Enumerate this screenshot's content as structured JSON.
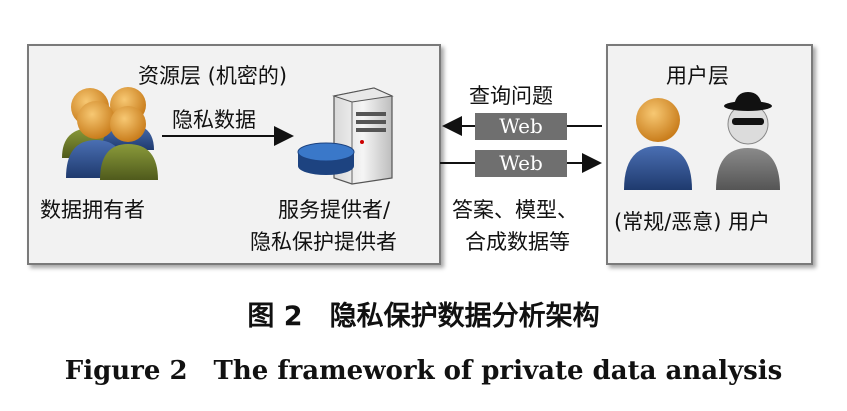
{
  "resource_layer": {
    "title": "资源层 (机密的)",
    "private_data_label": "隐私数据",
    "data_owner_label": "数据拥有者",
    "provider_label_line1": "服务提供者/",
    "provider_label_line2": "隐私保护提供者"
  },
  "channel": {
    "query_label": "查询问题",
    "web_top": "Web",
    "web_bottom": "Web",
    "answer_label_line1": "答案、模型、",
    "answer_label_line2": "合成数据等"
  },
  "user_layer": {
    "title": "用户层",
    "user_label": "(常规/恶意) 用户"
  },
  "caption": {
    "cn": "图 2　隐私保护数据分析架构",
    "en": "Figure 2　The framework of private data analysis"
  },
  "colors": {
    "panel_fill": "#f2f2f2",
    "panel_border": "#7a7a7a",
    "web_box": "#6f6f6f",
    "person_head": "#e9a23b",
    "person_body_blue": "#2e4f8c",
    "person_body_olive": "#6b7a2a",
    "database_blue": "#2a5da8"
  },
  "icons": [
    "data-owner-group-icon",
    "server-icon",
    "database-icon",
    "user-icon",
    "spy-user-icon"
  ]
}
